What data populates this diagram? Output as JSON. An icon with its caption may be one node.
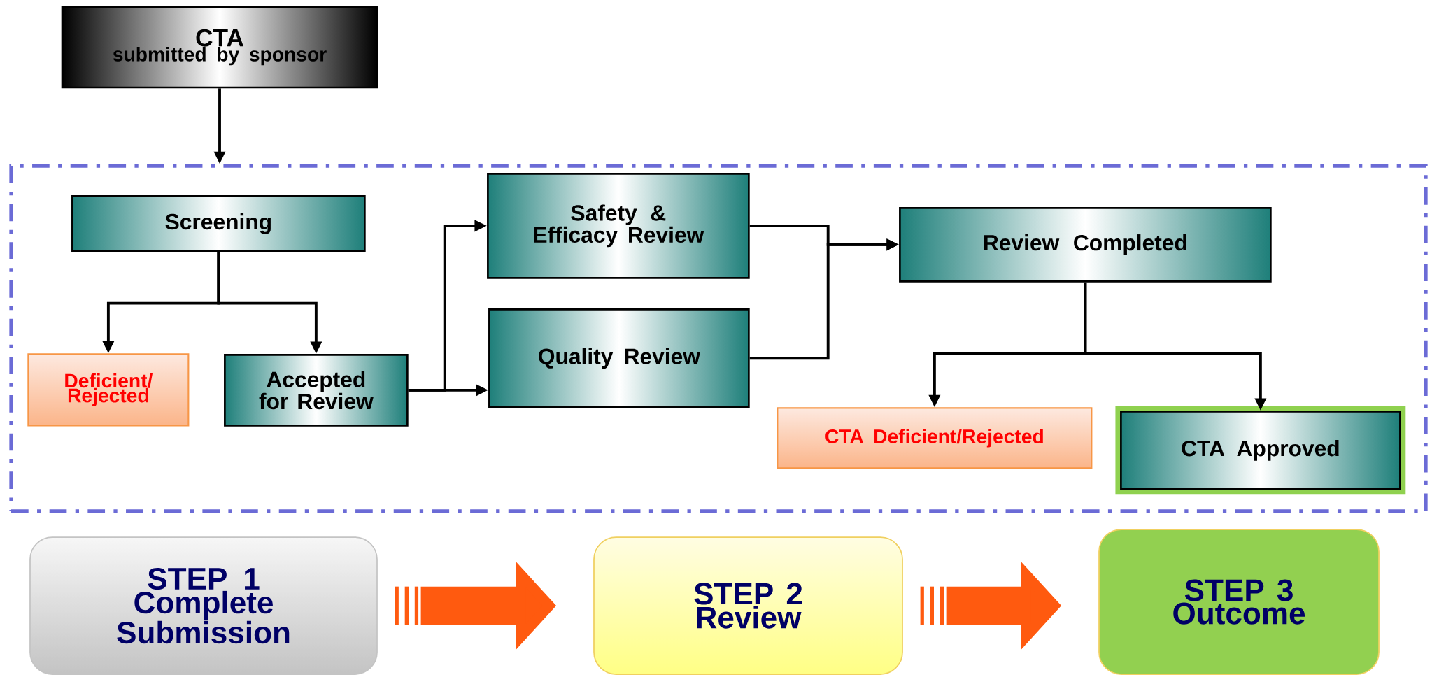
{
  "diagram": {
    "nodes": [
      {
        "text": [
          "CTA",
          "submitted by sponsor"
        ]
      },
      {
        "text": [],
        "shape": "box"
      },
      {
        "text": [
          "Screening"
        ],
        "in": 1
      },
      {
        "text": [
          "Deficient/ Rejected"
        ],
        "in": 1
      },
      {
        "text": [
          "Accepted for Review"
        ],
        "in": 1
      },
      {
        "text": [
          "Safety & Efficacy Review"
        ],
        "in": 1
      },
      {
        "text": [
          "Quality Review"
        ],
        "in": 1
      },
      {
        "text": [
          "Review Completed"
        ],
        "in": 1
      },
      {
        "text": [
          "CTA Deficient/Rejected"
        ],
        "in": 1
      },
      {
        "text": [
          "CTA  Approved"
        ],
        "in": 1
      },
      {
        "text": [
          "STEP 1 Complete Submission"
        ]
      },
      {
        "text": [
          "STEP 2 Review"
        ]
      },
      {
        "text": [
          "STEP 3 Outcome"
        ]
      }
    ],
    "edges": [
      {
        "from": 0,
        "to": 1,
        "arrow": "to"
      },
      {
        "from": 2,
        "to": 3,
        "arrow": "to"
      },
      {
        "from": 2,
        "to": 4,
        "arrow": "to"
      },
      {
        "from": 4,
        "to": 5,
        "arrow": "to"
      },
      {
        "from": 4,
        "to": 6,
        "arrow": "to"
      },
      {
        "from": 5,
        "to": 7,
        "arrow": "to"
      },
      {
        "from": 6,
        "to": 7,
        "arrow": "to"
      },
      {
        "from": 7,
        "to": 8,
        "arrow": "to"
      },
      {
        "from": 7,
        "to": 9,
        "arrow": "to"
      },
      {
        "from": 10,
        "to": 11,
        "arrow": "to",
        "style": "thick",
        "color": "#ff5a0f"
      },
      {
        "from": 11,
        "to": 12,
        "arrow": "to",
        "style": "thick",
        "color": "#ff5a0f"
      }
    ]
  }
}
